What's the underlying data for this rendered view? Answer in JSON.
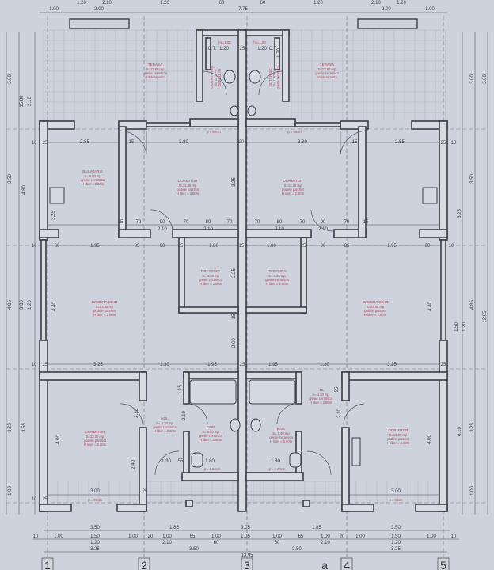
{
  "dims": {
    "top_row1": [
      "1.20",
      "2.10",
      "1.20",
      "60",
      "60",
      "1.20",
      "2.10",
      "1.20"
    ],
    "top_row2": [
      "1.00",
      "2.00",
      "7.75",
      "2.00",
      "1.00"
    ],
    "bottom_row1": [
      "3.50",
      "1.85",
      "3.05",
      "1.85",
      "3.50"
    ],
    "bottom_row2": [
      "10",
      "1.00",
      "1.50",
      "1.00",
      "20",
      "1.00",
      "65",
      "1.00",
      "1.05",
      "1.00",
      "65",
      "1.00",
      "20",
      "1.00",
      "1.50",
      "1.00",
      "10"
    ],
    "bottom_row2b": [
      "1.20",
      "2.10",
      "60",
      "60",
      "2.10",
      "1.20"
    ],
    "bottom_row3": [
      "3.25",
      "3.50",
      "3.50",
      "3.25"
    ],
    "total": "13.95",
    "left": [
      "3.00",
      "15.80",
      "2.10",
      "3.50",
      "4.80",
      "4.85",
      "3.30",
      "1.20",
      "3.25",
      "3.55",
      "1.00"
    ],
    "right": [
      "3.00",
      "3.00",
      "3.50",
      "6.25",
      "4.85",
      "1.50",
      "1.20",
      "12.85",
      "6.10",
      "3.25",
      "1.00"
    ],
    "upper_row": [
      "2.55",
      "15",
      "3.80",
      "20",
      "3.80",
      "15",
      "2.55"
    ],
    "door_row": [
      "15",
      "70",
      "90",
      "70",
      "80",
      "70",
      "70",
      "80",
      "70",
      "90",
      "70",
      "15"
    ],
    "door_h": [
      "2.10",
      "2.10",
      "2.10",
      "2.10"
    ],
    "mid_row": [
      "10",
      "60",
      "1.95",
      "85",
      "90",
      "25",
      "1.80",
      "15",
      "1.80",
      "25",
      "90",
      "85",
      "1.95",
      "60",
      "10"
    ],
    "living_row": [
      "3.25",
      "1.30",
      "1.95",
      "25",
      "1.95",
      "1.30",
      "3.25"
    ],
    "lower_row": [
      "3.00",
      "3.00",
      "1.30",
      "55",
      "1.80",
      "1.80"
    ],
    "vertical": [
      "3.25",
      "3.25",
      "4.40",
      "4.40",
      "2.25",
      "15",
      "2.00",
      "4.00",
      "4.00",
      "2.40",
      "1.15",
      "2.10",
      "2.10",
      "95",
      "1.70",
      "2.10"
    ],
    "wall_marks": [
      "10",
      "25",
      "10",
      "25",
      "10",
      "25",
      "10",
      "25",
      "25",
      "25"
    ],
    "wc": [
      "C.T.",
      "1.20",
      "C.T.",
      "1.20",
      "25",
      "hp=1.00",
      "hp=1.00"
    ],
    "sill": [
      "p = 90cm",
      "p = 90cm",
      "p = 90cm",
      "p = 90cm",
      "p = 1.60cm",
      "p = 1.60cm"
    ]
  },
  "axes": [
    "1",
    "2",
    "3",
    "a",
    "4",
    "5"
  ],
  "rooms": {
    "terasa_left": {
      "name": "TERASA",
      "area": "S=13.60 mp",
      "finish": "gresie ceramica",
      "extra": "antiderapanta"
    },
    "terasa_right": {
      "name": "TERASA",
      "area": "S=13.60 mp",
      "finish": "gresie ceramica",
      "extra": "antiderapanta"
    },
    "wc_left": {
      "name": "Gr. TEHNIC",
      "area": "S= 1.30 mp",
      "finish": "gresie ceramica"
    },
    "wc_right": {
      "name": "Gr. TEHNIC",
      "area": "S= 1.30 mp",
      "finish": "gresie ceramica"
    },
    "bucatarie": {
      "name": "BUCATARIE",
      "area": "S= 8.80 mp",
      "finish": "gresie ceramica",
      "height": "H liber = 2.60m"
    },
    "dormitor_tl": {
      "name": "DORMITOR",
      "area": "S=12.35 mp",
      "finish": "podele parchet",
      "height": "H liber = 2.60m"
    },
    "dormitor_tr": {
      "name": "DORMITOR",
      "area": "S=12.35 mp",
      "finish": "podele parchet",
      "height": "H liber = 2.60m"
    },
    "dressing_l": {
      "name": "DRESSING",
      "area": "S= 4.35 mp",
      "finish": "gresie ceramica",
      "height": "H liber = 2.60m"
    },
    "dressing_r": {
      "name": "DRESSING",
      "area": "S= 4.35 mp",
      "finish": "gresie ceramica",
      "height": "H liber = 2.60m"
    },
    "camera_l": {
      "name": "CAMERA DE ZI",
      "area": "S=23.95 mp",
      "finish": "podele parchet",
      "height": "H liber = 2.60m"
    },
    "camera_r": {
      "name": "CAMERA DE ZI",
      "area": "S=23.95 mp",
      "finish": "podele parchet",
      "height": "H liber = 2.60m"
    },
    "dormitor_bl": {
      "name": "DORMITOR",
      "area": "S=12.00 mp",
      "finish": "podele parchet",
      "height": "H liber = 2.60m"
    },
    "dormitor_br": {
      "name": "DORMITOR",
      "area": "S=12.00 mp",
      "finish": "podele parchet",
      "height": "H liber = 2.60m"
    },
    "hol_l": {
      "name": "HOL",
      "area": "S= 4.30 mp",
      "finish": "gresie ceramica",
      "height": "H liber = 2.60m"
    },
    "hol_r": {
      "name": "HOL",
      "area": "S= 4.30 mp",
      "finish": "gresie ceramica",
      "height": "H liber = 2.60m"
    },
    "baie_l": {
      "name": "BAIE",
      "area": "S= 5.40 mp",
      "finish": "gresie ceramica",
      "height": "H liber = 2.60m"
    },
    "baie_r": {
      "name": "BAIE",
      "area": "S= 5.40 mp",
      "finish": "gresie ceramica",
      "height": "H liber = 2.60m"
    }
  }
}
